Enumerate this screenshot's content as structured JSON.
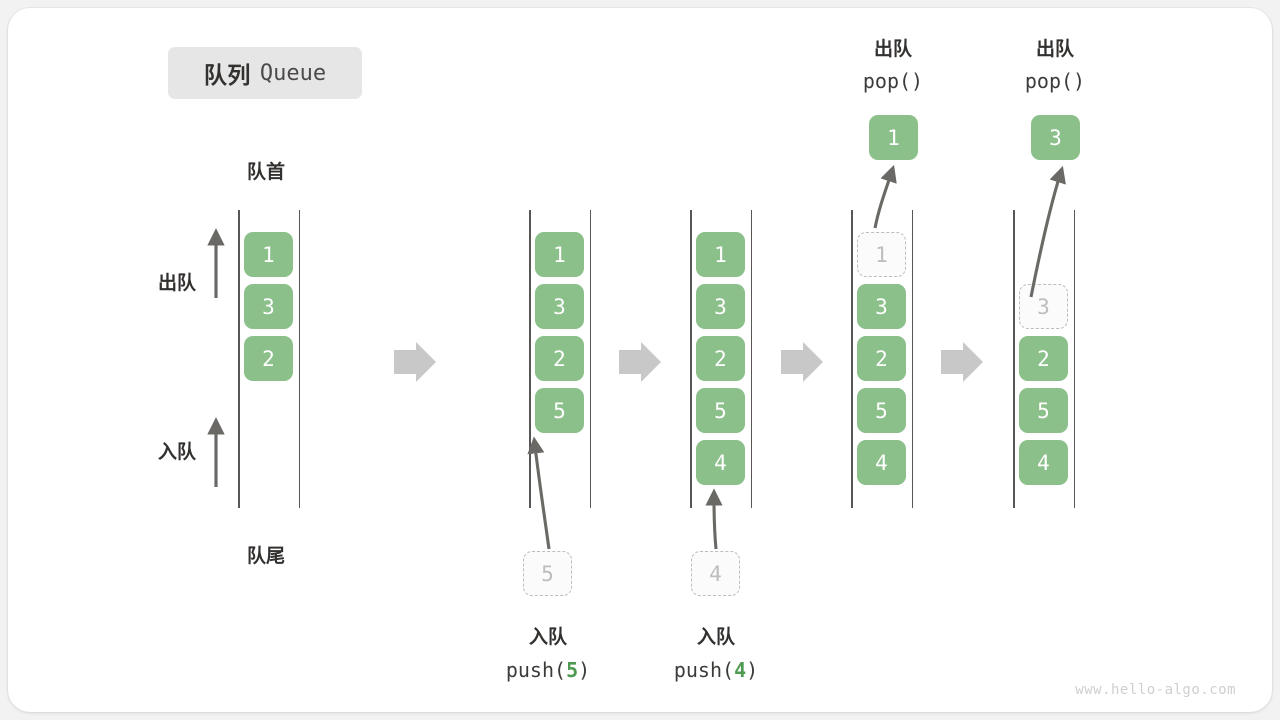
{
  "title": {
    "cn": "队列",
    "en": "Queue"
  },
  "labels": {
    "front": "队首",
    "rear": "队尾",
    "dequeue": "出队",
    "enqueue": "入队"
  },
  "ops": {
    "push_cn": "入队",
    "pop_cn": "出队",
    "push5_prefix": "push(",
    "push5_value": "5",
    "push5_suffix": ")",
    "push4_prefix": "push(",
    "push4_value": "4",
    "push4_suffix": ")",
    "pop_call": "pop()"
  },
  "colors": {
    "cell_green": "#8bc08a",
    "ghost_border": "#bdbdbd",
    "rail": "#595755",
    "connector": "#c8c8c8",
    "accent_num": "#4e9a51"
  },
  "watermark": "www.hello-algo.com",
  "chart_data": {
    "type": "diagram",
    "title": "队列 Queue",
    "columns": [
      {
        "name": "initial",
        "cells": [
          "1",
          "3",
          "2"
        ],
        "ghost": null,
        "label_top": null,
        "label_bottom": null
      },
      {
        "name": "after-push-5",
        "cells": [
          "1",
          "3",
          "2",
          "5"
        ],
        "ghost": null,
        "label_top": null,
        "label_bottom": "入队 push(5)"
      },
      {
        "name": "after-push-4",
        "cells": [
          "1",
          "3",
          "2",
          "5",
          "4"
        ],
        "ghost": null,
        "label_top": null,
        "label_bottom": "入队 push(4)"
      },
      {
        "name": "after-pop-1",
        "cells": [
          "3",
          "2",
          "5",
          "4"
        ],
        "ghost": "1",
        "label_top": "出队 pop()",
        "popped": "1",
        "label_bottom": null
      },
      {
        "name": "after-pop-3",
        "cells": [
          "2",
          "5",
          "4"
        ],
        "ghost": "3",
        "label_top": "出队 pop()",
        "popped": "3",
        "label_bottom": null
      }
    ],
    "ghost_inputs": [
      {
        "column": "after-push-5",
        "value": "5"
      },
      {
        "column": "after-push-4",
        "value": "4"
      }
    ],
    "direction_labels": {
      "top": "队首",
      "bottom": "队尾",
      "left_upper": "出队",
      "left_lower": "入队"
    }
  }
}
